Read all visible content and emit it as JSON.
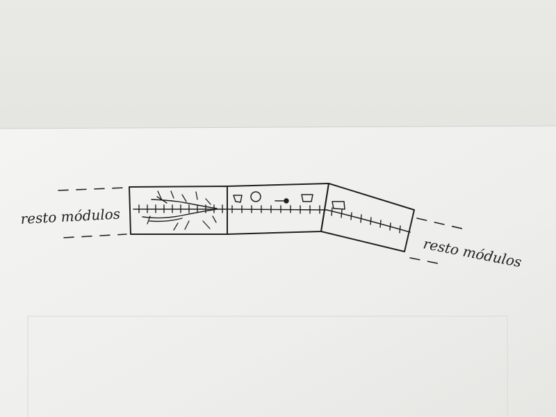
{
  "diagram": {
    "left_annotation": "resto módulos",
    "right_annotation": "resto módulos",
    "modules": [
      {
        "id": "module-left",
        "content": "double track with switches"
      },
      {
        "id": "module-center",
        "content": "single track with small buildings and a signal"
      },
      {
        "id": "module-right",
        "content": "single track on a slight bend with a small building"
      }
    ]
  },
  "colors": {
    "ink": "#1f1f1f",
    "paper": "#f2f2f0",
    "background": "#e6e6e2",
    "fabric": "#ebebe7"
  }
}
